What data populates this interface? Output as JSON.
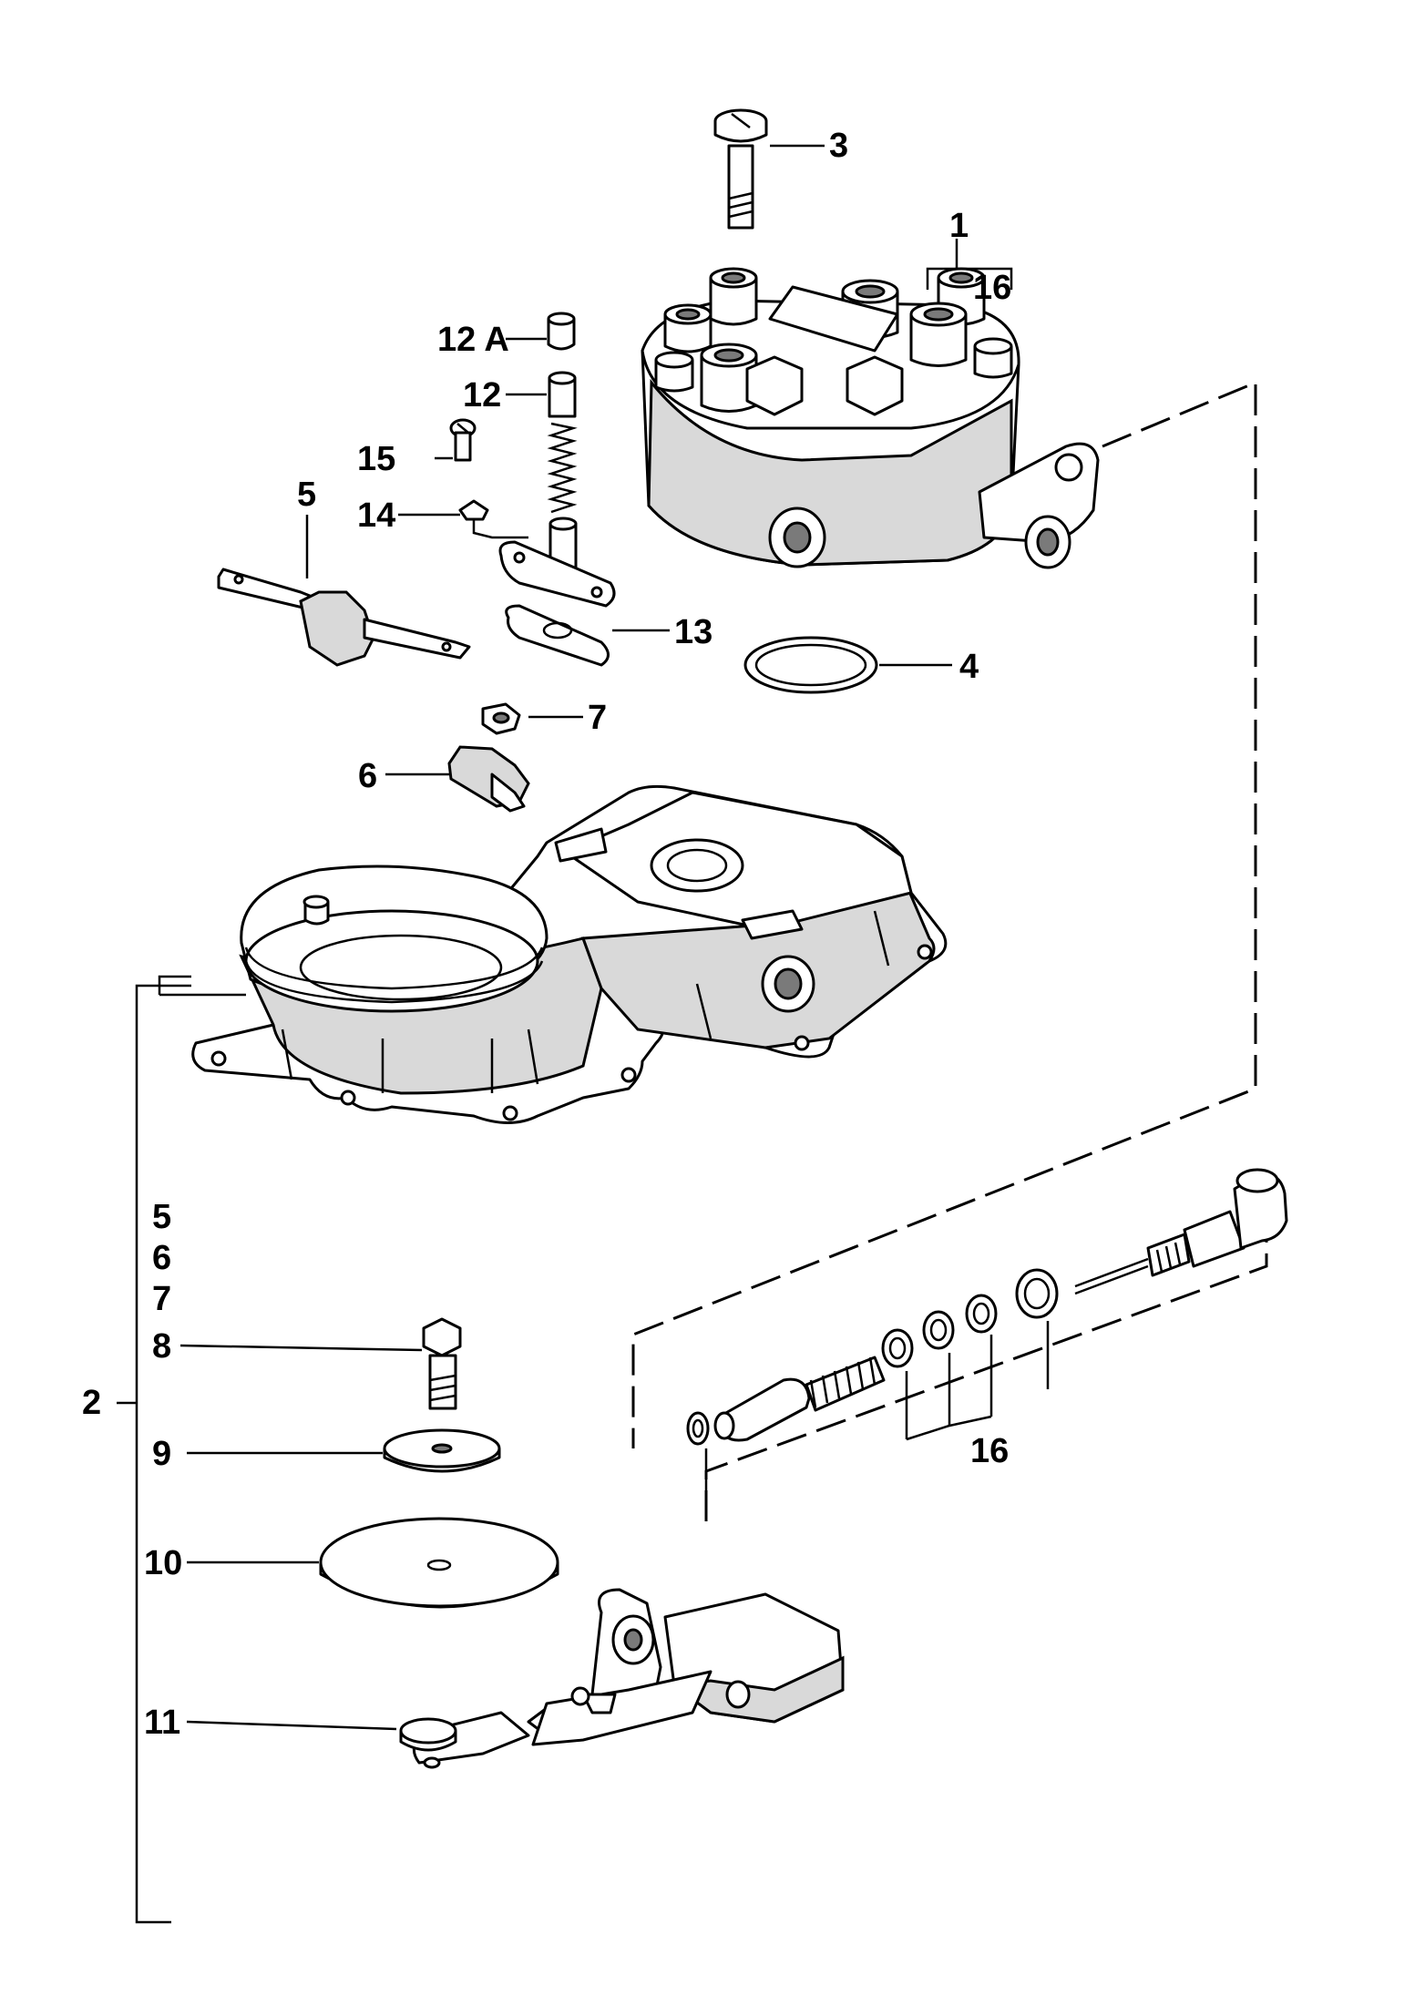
{
  "callouts": {
    "c1": "1",
    "c2": "2",
    "c3": "3",
    "c4": "4",
    "c5_top": "5",
    "c6_top": "6",
    "c7_top": "7",
    "c12": "12",
    "c12a": "12 A",
    "c13": "13",
    "c14": "14",
    "c15": "15",
    "c16_top": "16",
    "c16_bottom": "16",
    "c5_list": "5",
    "c6_list": "6",
    "c7_list": "7",
    "c8": "8",
    "c9": "9",
    "c10": "10",
    "c11": "11"
  }
}
